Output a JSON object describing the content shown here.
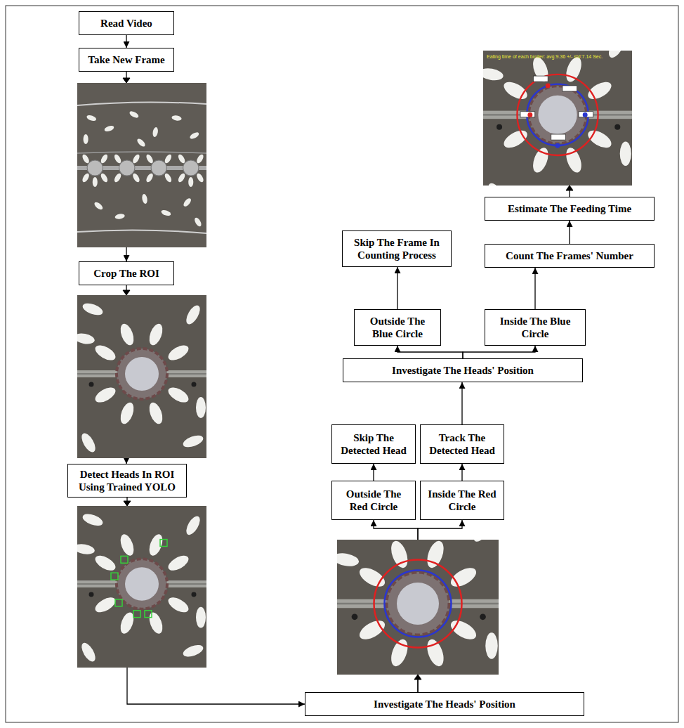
{
  "diagram": {
    "nodes": [
      {
        "text": [
          "Read Video"
        ]
      },
      {
        "text": [
          "Take New Frame"
        ]
      },
      {
        "text": [
          "Crop The ROI"
        ]
      },
      {
        "text": [
          "Detect Heads In ROI Using Trained YOLO"
        ]
      },
      {
        "text": [
          "Investigate The Heads' Position"
        ]
      },
      {
        "text": [
          "Outside The Red Circle"
        ]
      },
      {
        "text": [
          "Inside The Red Circle"
        ]
      },
      {
        "text": [
          "Skip The Detected Head"
        ]
      },
      {
        "text": [
          "Track The Detected Head"
        ]
      },
      {
        "text": [
          "Investigate The Heads' Position"
        ]
      },
      {
        "text": [
          "Outside The Blue Circle"
        ]
      },
      {
        "text": [
          "Inside The Blue Circle"
        ]
      },
      {
        "text": [
          "Skip The Frame In Counting Process"
        ]
      },
      {
        "text": [
          "Count The Frames' Number"
        ]
      },
      {
        "text": [
          "Estimate The Feeding Time"
        ]
      }
    ],
    "edges": [
      {
        "from": 0,
        "to": 1,
        "arrow": "to"
      },
      {
        "from": 1,
        "to": 2,
        "arrow": "to"
      },
      {
        "from": 2,
        "to": 3,
        "arrow": "to"
      },
      {
        "from": 3,
        "to": 4,
        "arrow": "to"
      },
      {
        "from": 4,
        "to": 5,
        "arrow": "to"
      },
      {
        "from": 4,
        "to": 6,
        "arrow": "to"
      },
      {
        "from": 5,
        "to": 7,
        "arrow": "to"
      },
      {
        "from": 6,
        "to": 8,
        "arrow": "to"
      },
      {
        "from": 8,
        "to": 9,
        "arrow": "to"
      },
      {
        "from": 9,
        "to": 10,
        "arrow": "to"
      },
      {
        "from": 9,
        "to": 11,
        "arrow": "to"
      },
      {
        "from": 10,
        "to": 12,
        "arrow": "to"
      },
      {
        "from": 11,
        "to": 13,
        "arrow": "to"
      },
      {
        "from": 13,
        "to": 14,
        "arrow": "to"
      }
    ],
    "labels": [
      "Eating time of each broiler: avg:9.36 +/- std:7.14 Sec."
    ]
  }
}
